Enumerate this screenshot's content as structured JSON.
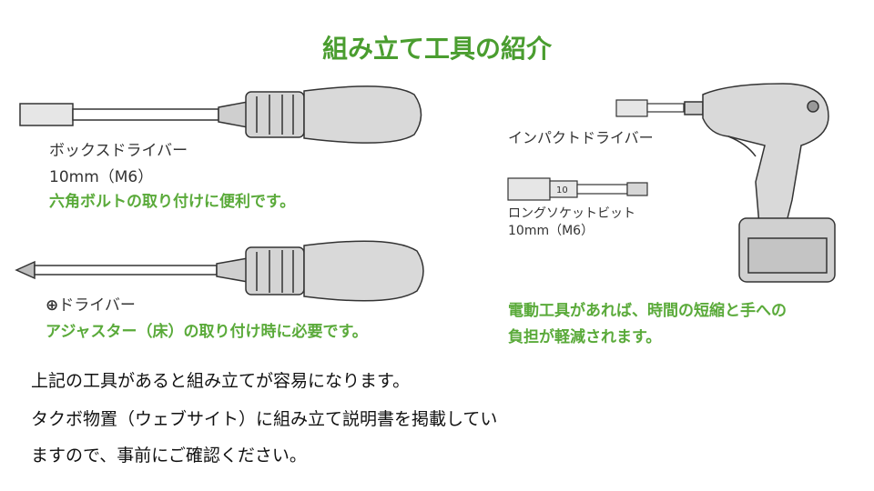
{
  "title": "組み立て工具の紹介",
  "box_driver": {
    "name": "ボックスドライバー",
    "size": "10mm（M6）",
    "note": "六角ボルトの取り付けに便利です。"
  },
  "plus_driver": {
    "symbol": "⊕",
    "name": "ドライバー",
    "note": "アジャスター（床）の取り付け時に必要です。"
  },
  "impact_driver": {
    "name": "インパクトドライバー",
    "socket_marking": "10",
    "socket_name": "ロングソケットビット",
    "socket_size": "10mm（M6）",
    "note_line1": "電動工具があれば、時間の短縮と手への",
    "note_line2": "負担が軽減されます。"
  },
  "footer": {
    "line1": "上記の工具があると組み立てが容易になります。",
    "line2": "タクボ物置（ウェブサイト）に組み立て説明書を掲載してい",
    "line3": "ますので、事前にご確認ください。"
  }
}
